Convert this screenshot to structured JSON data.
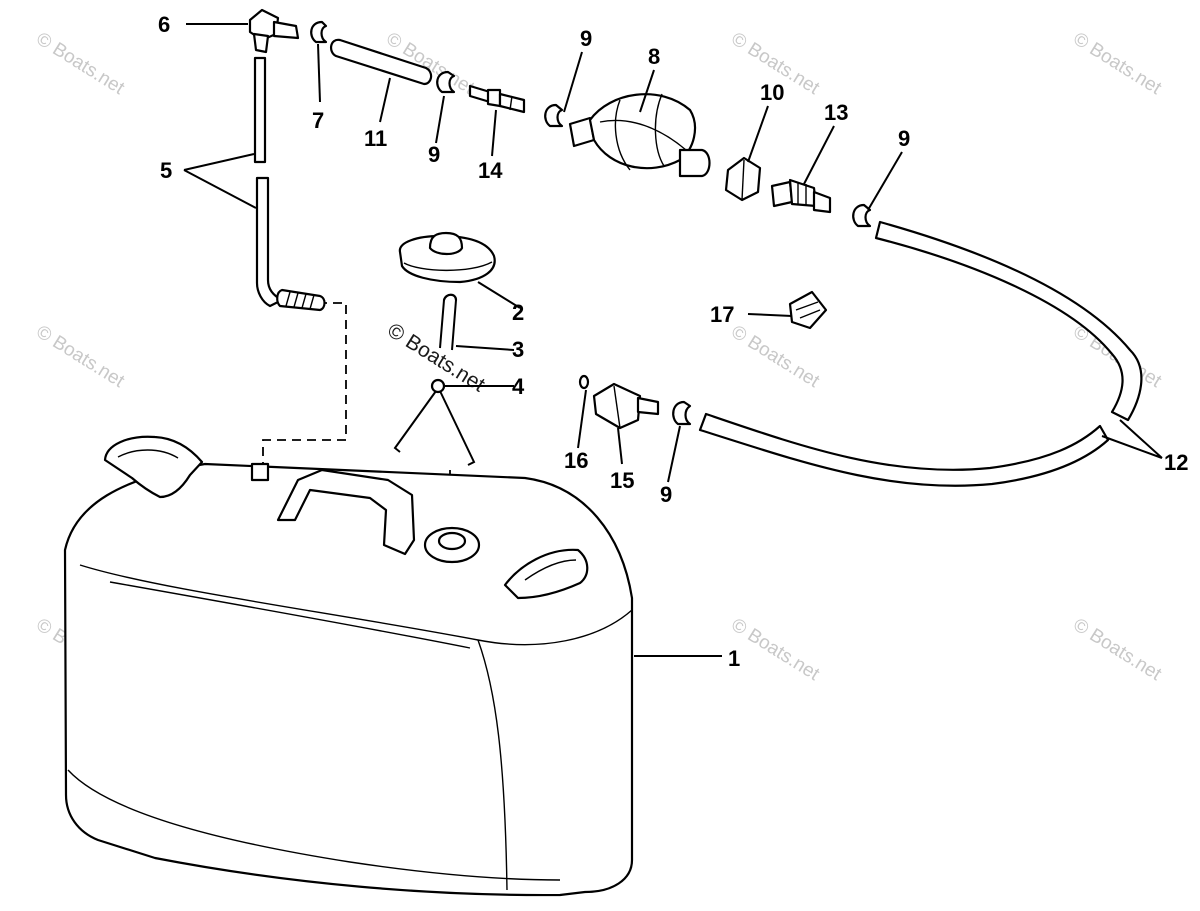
{
  "watermark": "© Boats.net",
  "callouts": {
    "c1": "1",
    "c2": "2",
    "c3": "3",
    "c4": "4",
    "c5": "5",
    "c6": "6",
    "c7": "7",
    "c8": "8",
    "c9": "9",
    "c10": "10",
    "c11": "11",
    "c12": "12",
    "c13": "13",
    "c14": "14",
    "c15": "15",
    "c16": "16",
    "c17": "17"
  }
}
